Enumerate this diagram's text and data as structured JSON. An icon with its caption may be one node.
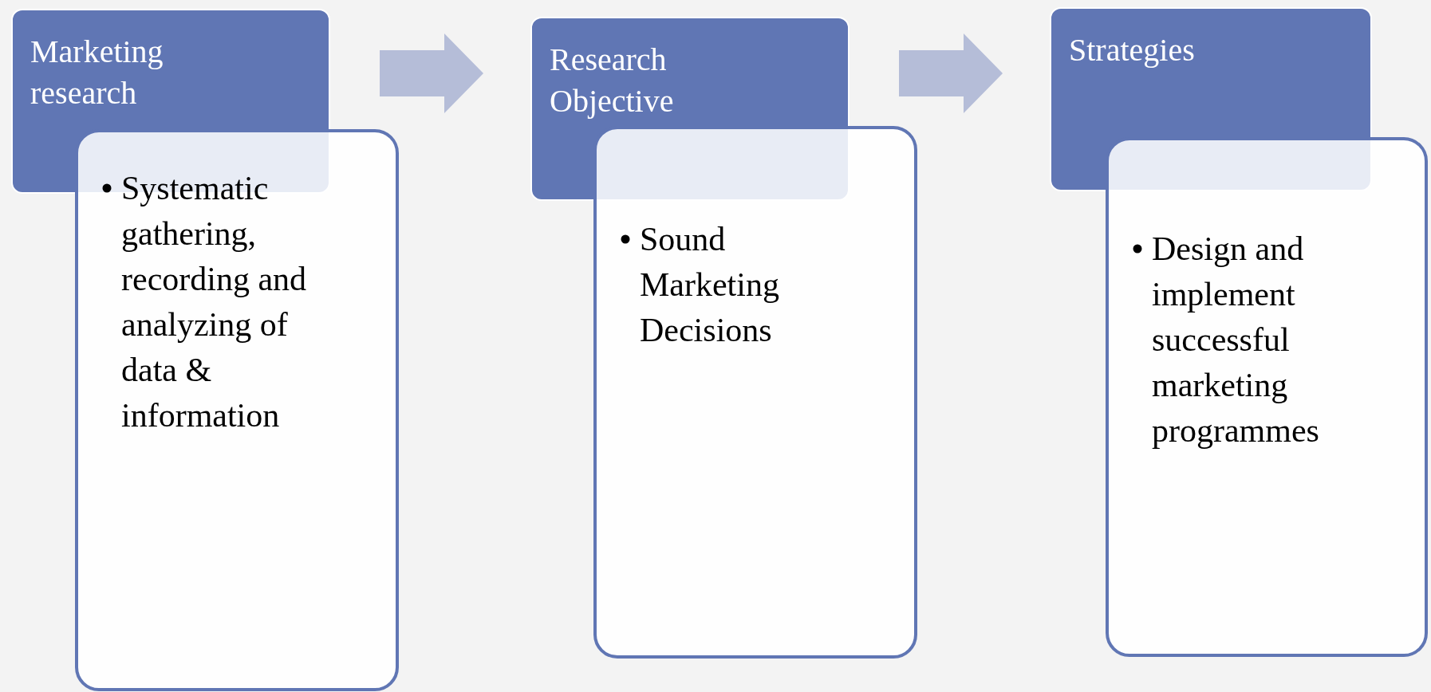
{
  "diagram": {
    "nodes": [
      {
        "text": [
          "Marketing research"
        ]
      },
      {
        "text": [
          "Systematic gathering, recording and analyzing of data & information"
        ]
      },
      {
        "text": [
          "Research Objective"
        ]
      },
      {
        "text": [
          "Sound Marketing Decisions"
        ]
      },
      {
        "text": [
          "Strategies"
        ]
      },
      {
        "text": [
          "Design and implement successful marketing programmes"
        ]
      }
    ],
    "edges": [
      {
        "from": 0,
        "to": 2,
        "arrow": "to"
      },
      {
        "from": 2,
        "to": 4,
        "arrow": "to"
      }
    ]
  }
}
